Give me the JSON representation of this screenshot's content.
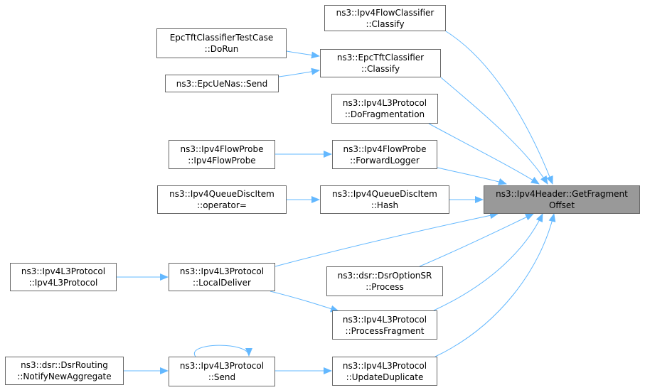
{
  "colors": {
    "edge": "#63b8ff",
    "node_border": "#666666",
    "target_fill": "#999999"
  },
  "nodes": [
    {
      "id": "target",
      "lines": [
        "ns3::Ipv4Header::GetFragment",
        "Offset"
      ],
      "target": true
    },
    {
      "id": "ipv4flowclassifier-classify",
      "lines": [
        "ns3::Ipv4FlowClassifier",
        "::Classify"
      ]
    },
    {
      "id": "epctftclassifier-classify",
      "lines": [
        "ns3::EpcTftClassifier",
        "::Classify"
      ]
    },
    {
      "id": "epctftclassifiertestcase-dorun",
      "lines": [
        "EpcTftClassifierTestCase",
        "::DoRun"
      ]
    },
    {
      "id": "epcuenas-send",
      "lines": [
        "ns3::EpcUeNas::Send"
      ]
    },
    {
      "id": "ipv4l3protocol-dofragmentation",
      "lines": [
        "ns3::Ipv4L3Protocol",
        "::DoFragmentation"
      ]
    },
    {
      "id": "ipv4flowprobe-forwardlogger",
      "lines": [
        "ns3::Ipv4FlowProbe",
        "::ForwardLogger"
      ]
    },
    {
      "id": "ipv4flowprobe-ctor",
      "lines": [
        "ns3::Ipv4FlowProbe",
        "::Ipv4FlowProbe"
      ]
    },
    {
      "id": "ipv4queuediscitem-hash",
      "lines": [
        "ns3::Ipv4QueueDiscItem",
        "::Hash"
      ]
    },
    {
      "id": "ipv4queuediscitem-operator",
      "lines": [
        "ns3::Ipv4QueueDiscItem",
        "::operator="
      ]
    },
    {
      "id": "ipv4l3protocol-localdeliver",
      "lines": [
        "ns3::Ipv4L3Protocol",
        "::LocalDeliver"
      ]
    },
    {
      "id": "ipv4l3protocol-ctor",
      "lines": [
        "ns3::Ipv4L3Protocol",
        "::Ipv4L3Protocol"
      ]
    },
    {
      "id": "dsroptionsr-process",
      "lines": [
        "ns3::dsr::DsrOptionSR",
        "::Process"
      ]
    },
    {
      "id": "ipv4l3protocol-processfragment",
      "lines": [
        "ns3::Ipv4L3Protocol",
        "::ProcessFragment"
      ]
    },
    {
      "id": "ipv4l3protocol-updateduplicate",
      "lines": [
        "ns3::Ipv4L3Protocol",
        "::UpdateDuplicate"
      ]
    },
    {
      "id": "ipv4l3protocol-send",
      "lines": [
        "ns3::Ipv4L3Protocol",
        "::Send"
      ]
    },
    {
      "id": "dsrrouting-notifynewaggregate",
      "lines": [
        "ns3::dsr::DsrRouting",
        "::NotifyNewAggregate"
      ]
    }
  ],
  "edges": [
    {
      "from": "ipv4flowclassifier-classify",
      "to": "target"
    },
    {
      "from": "epctftclassifier-classify",
      "to": "target"
    },
    {
      "from": "epctftclassifiertestcase-dorun",
      "to": "epctftclassifier-classify"
    },
    {
      "from": "epcuenas-send",
      "to": "epctftclassifier-classify"
    },
    {
      "from": "ipv4l3protocol-dofragmentation",
      "to": "target"
    },
    {
      "from": "ipv4flowprobe-forwardlogger",
      "to": "target"
    },
    {
      "from": "ipv4flowprobe-ctor",
      "to": "ipv4flowprobe-forwardlogger"
    },
    {
      "from": "ipv4queuediscitem-hash",
      "to": "target"
    },
    {
      "from": "ipv4queuediscitem-operator",
      "to": "ipv4queuediscitem-hash"
    },
    {
      "from": "ipv4l3protocol-localdeliver",
      "to": "target"
    },
    {
      "from": "ipv4l3protocol-ctor",
      "to": "ipv4l3protocol-localdeliver"
    },
    {
      "from": "dsroptionsr-process",
      "to": "target"
    },
    {
      "from": "ipv4l3protocol-processfragment",
      "to": "target"
    },
    {
      "from": "ipv4l3protocol-localdeliver",
      "to": "ipv4l3protocol-processfragment"
    },
    {
      "from": "ipv4l3protocol-updateduplicate",
      "to": "target"
    },
    {
      "from": "ipv4l3protocol-send",
      "to": "ipv4l3protocol-updateduplicate"
    },
    {
      "from": "ipv4l3protocol-send",
      "to": "ipv4l3protocol-send"
    },
    {
      "from": "dsrrouting-notifynewaggregate",
      "to": "ipv4l3protocol-send"
    }
  ]
}
